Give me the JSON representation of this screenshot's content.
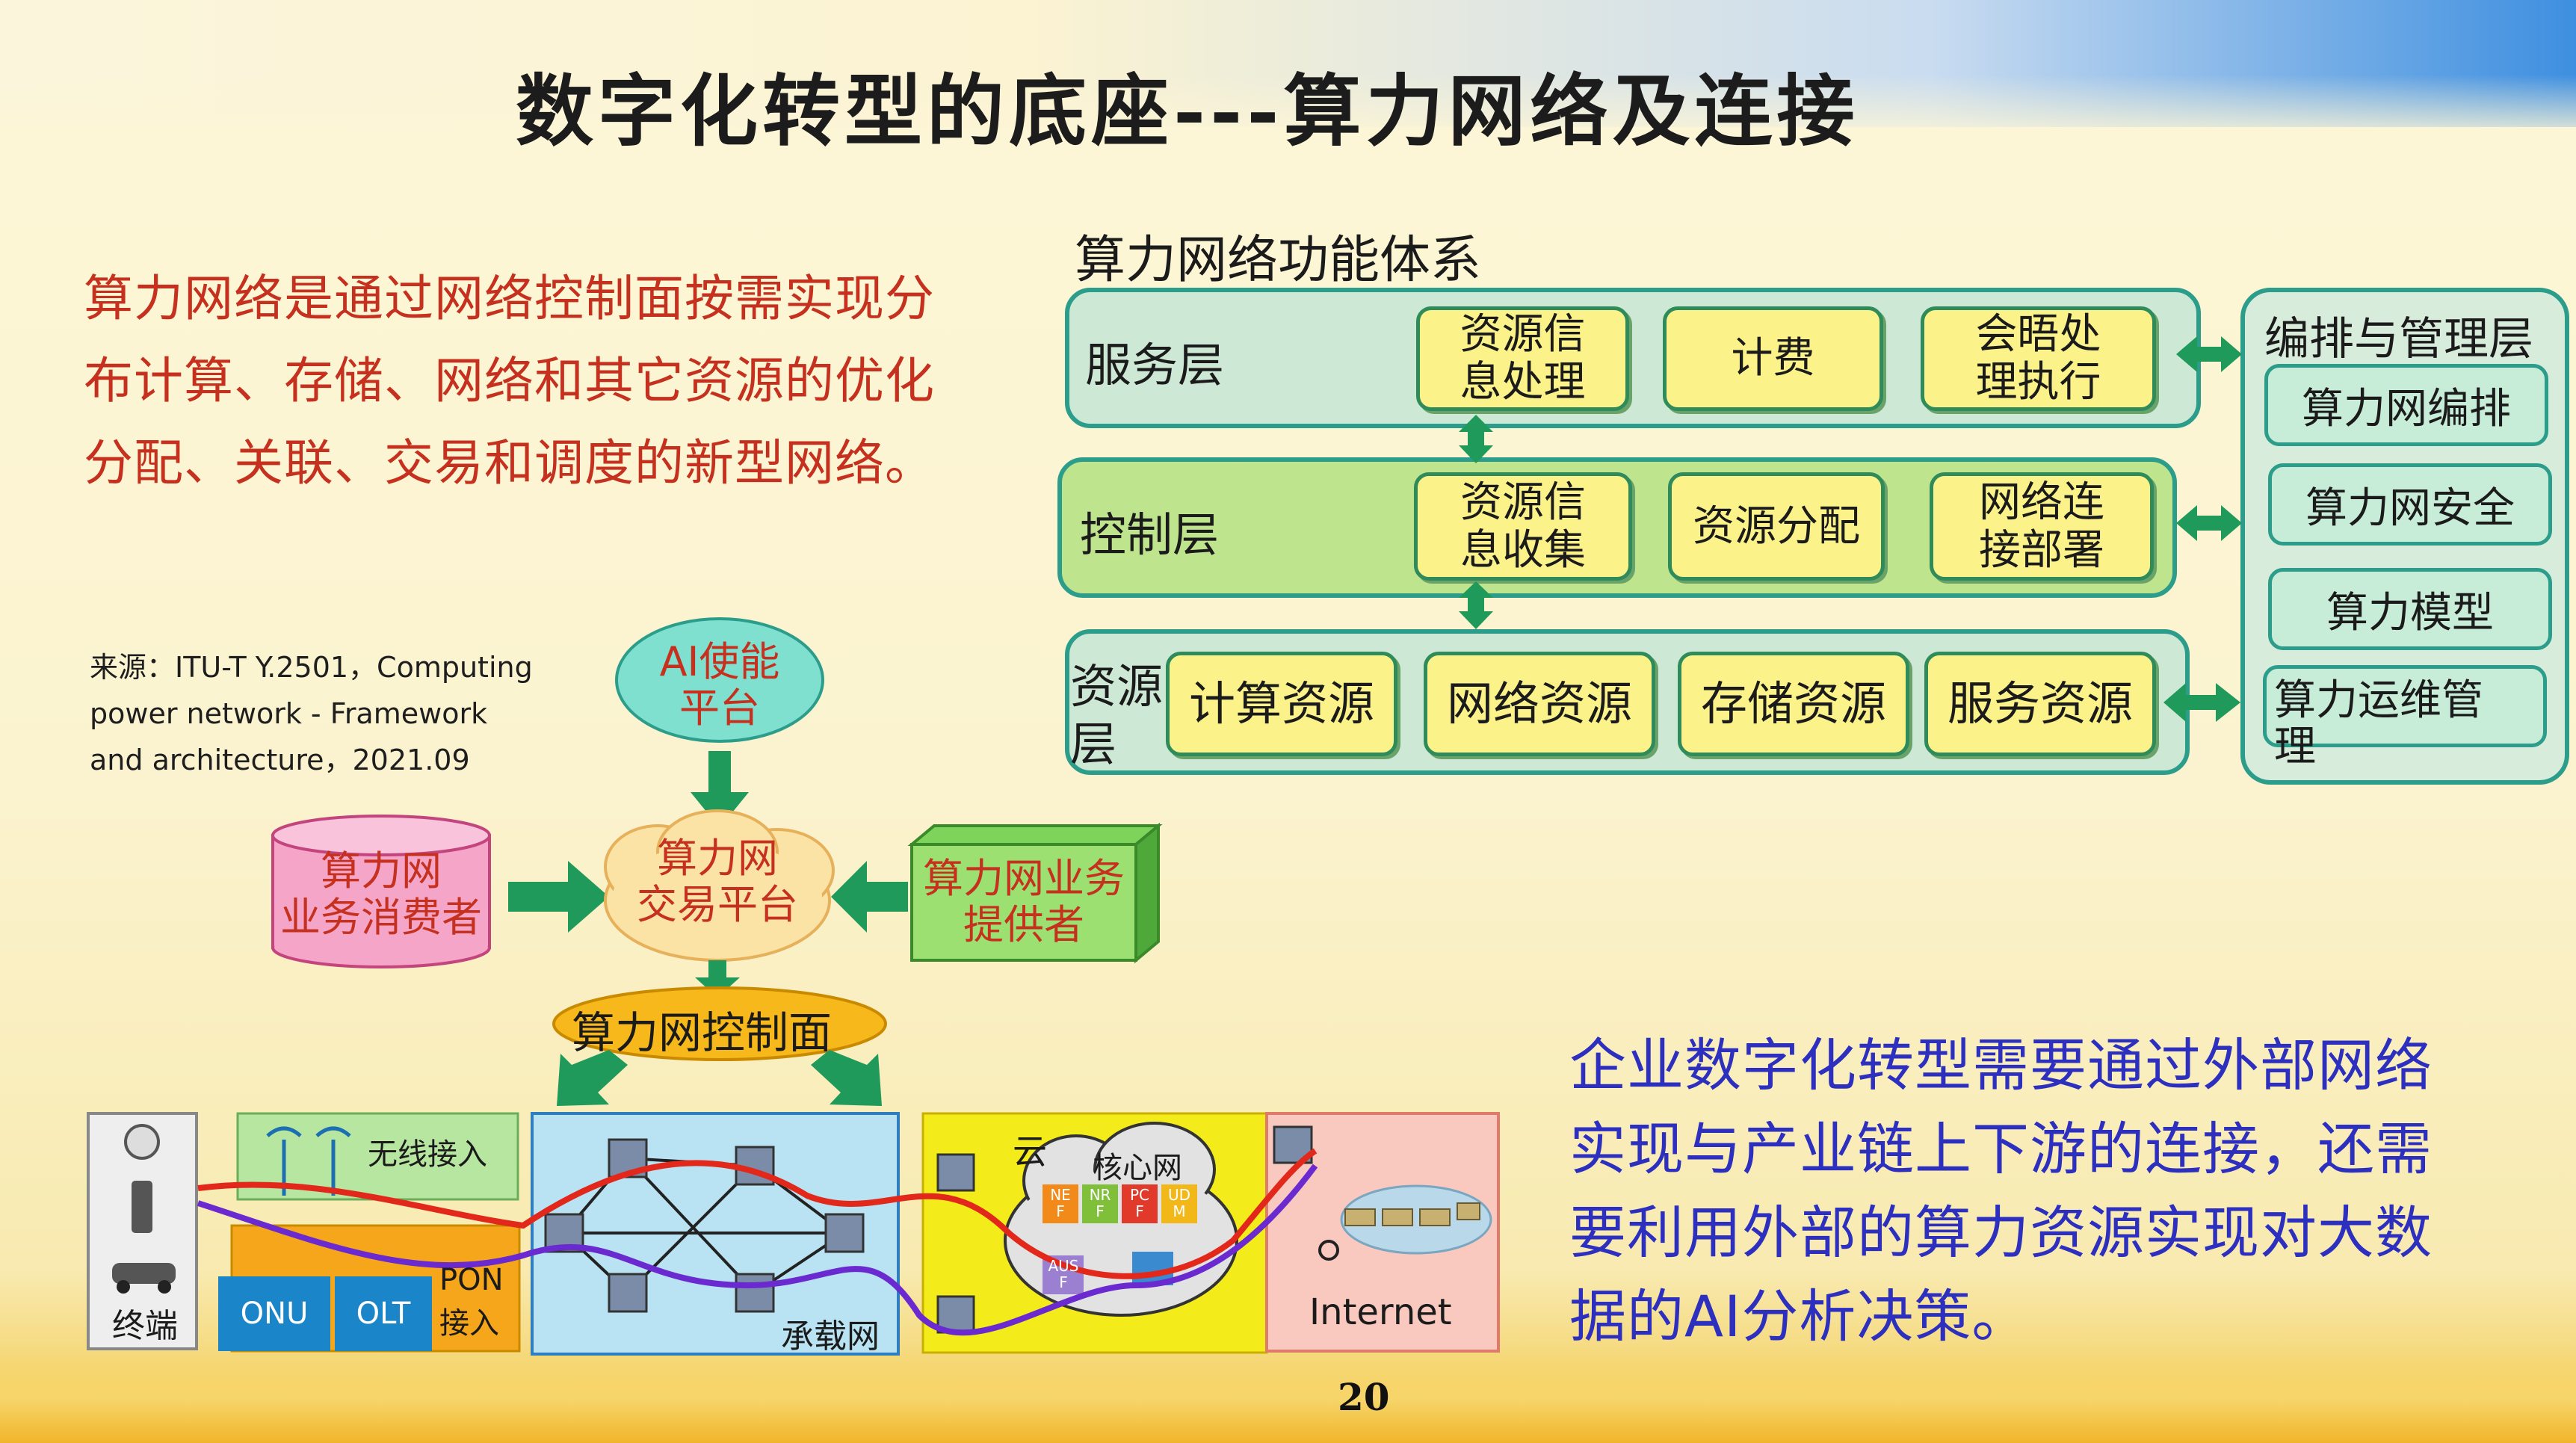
{
  "title": "数字化转型的底座---算力网络及连接",
  "definition_lines": [
    "算力网络是通过网络控制面按需实现分",
    "布计算、存储、网络和其它资源的优化",
    "分配、关联、交易和调度的新型网络。"
  ],
  "source_lines": [
    "来源：ITU-T   Y.2501，Computing",
    "power network  -  Framework",
    "and architecture，2021.09"
  ],
  "bottom_right_lines": [
    "企业数字化转型需要通过外部网络",
    "实现与产业链上下游的连接，还需",
    "要利用外部的算力资源实现对大数",
    "据的AI分析决策。"
  ],
  "page_number": "20",
  "function_system": {
    "title": "算力网络功能体系",
    "service_layer": {
      "label": "服务层",
      "boxes": [
        "资源信\n息处理",
        "计费",
        "会晤处\n理执行"
      ]
    },
    "control_layer": {
      "label": "控制层",
      "boxes": [
        "资源信\n息收集",
        "资源分配",
        "网络连\n接部署"
      ]
    },
    "resource_layer": {
      "label_line1": "资源",
      "label_line2": "层",
      "boxes": [
        "计算资源",
        "网络资源",
        "存储资源",
        "服务资源"
      ]
    },
    "management": {
      "title": "编排与管理层",
      "items": [
        "算力网编排",
        "算力网安全",
        "算力模型",
        "算力运维管\n理"
      ]
    }
  },
  "flow": {
    "ai_platform": "AI使能\n平台",
    "consumer": "算力网\n业务消费者",
    "trade_platform": "算力网\n交易平台",
    "provider": "算力网业务\n提供者",
    "control_plane": "算力网控制面"
  },
  "network": {
    "terminal": "终端",
    "wireless": "无线接入",
    "onu": "ONU",
    "olt": "OLT",
    "pon_line1": "PON",
    "pon_line2": "接入",
    "bearer": "承载网",
    "cloud": "云",
    "core": "核心网",
    "internet": "Internet",
    "core_nfs": [
      "NE\nF",
      "NR\nF",
      "PC\nF",
      "UD\nM",
      "AUS\nF"
    ]
  },
  "colors": {
    "title": "#1c1c1c",
    "definition": "#c5311e",
    "bottom_right": "#2d2fbf",
    "layer_border": "#2c9d8a",
    "box_fill": "#fbf38a",
    "arrow_green": "#1f9a5a"
  }
}
